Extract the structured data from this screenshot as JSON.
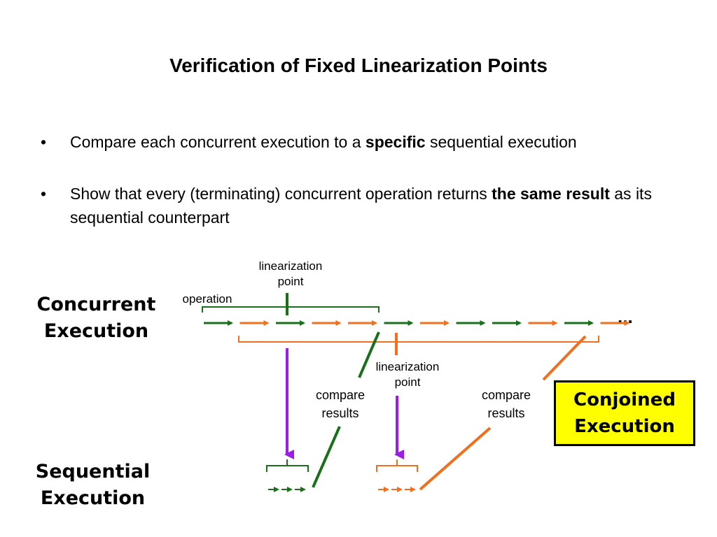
{
  "title": "Verification of Fixed Linearization Points",
  "bullets": [
    {
      "before": "Compare each concurrent execution to a ",
      "bold": "specific",
      "after": " sequential execution"
    },
    {
      "before": "Show that every (terminating) concurrent operation returns ",
      "bold": "the same result",
      "after": " as its sequential counterpart"
    }
  ],
  "bullet_symbol": "•",
  "labels": {
    "concurrent_line1": "Concurrent",
    "concurrent_line2": "Execution",
    "sequential_line1": "Sequential",
    "sequential_line2": "Execution",
    "linearization_point_1": "linearization",
    "linearization_point_1b": "point",
    "linearization_point_2": "linearization",
    "linearization_point_2b": "point",
    "operation": "operation",
    "compare_1a": "compare",
    "compare_1b": "results",
    "compare_2a": "compare",
    "compare_2b": "results",
    "ellipsis": "...",
    "conjoined_line1": "Conjoined",
    "conjoined_line2": "Execution"
  },
  "colors": {
    "green": "#1a6f1a",
    "orange": "#f07020",
    "purple": "#9b1de8",
    "highlight": "#ffff00"
  },
  "concurrent_arrows": [
    "green",
    "orange",
    "green",
    "orange",
    "orange",
    "green",
    "orange",
    "green",
    "green",
    "orange",
    "green",
    "orange"
  ],
  "sequential_groups": [
    {
      "color": "green",
      "count": 3
    },
    {
      "color": "orange",
      "count": 3
    }
  ]
}
